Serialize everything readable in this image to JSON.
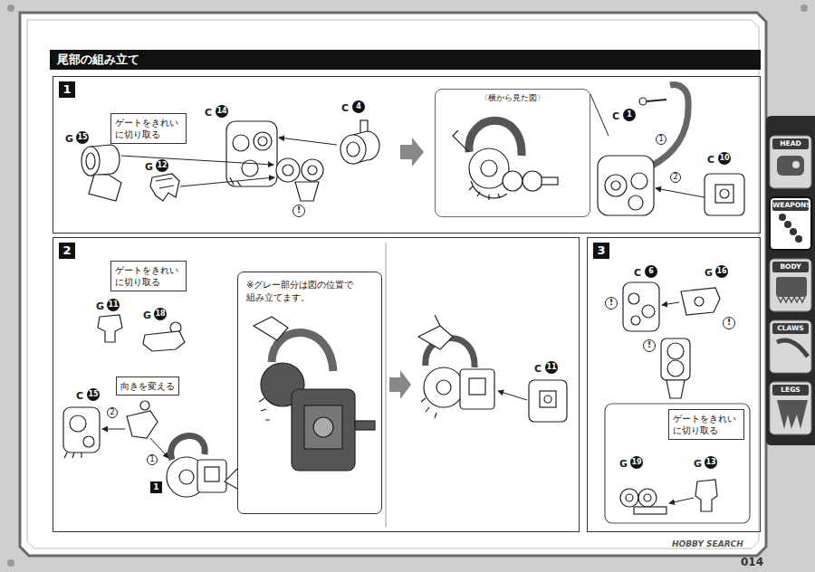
{
  "diagram": {
    "title": "尾部の組み立て",
    "nodes": [
      {
        "text": [
          "1"
        ]
      },
      {
        "text": [
          "ゲートをきれい に切り取る"
        ],
        "in": 0
      },
      {
        "text": [
          "〈横から見た図〉"
        ],
        "in": 0
      },
      {
        "text": [
          "2"
        ]
      },
      {
        "text": [
          "ゲートをきれい に切り取る"
        ],
        "in": 3
      },
      {
        "text": [
          "向きを変える"
        ],
        "in": 3
      },
      {
        "text": [
          "※グレー部分は図の位置で 組み立てます。"
        ],
        "in": 3
      },
      {
        "text": [
          "3"
        ]
      },
      {
        "text": [
          "ゲートをきれい に切り取る"
        ],
        "in": 7
      },
      {
        "text": [
          "HEAD"
        ]
      },
      {
        "text": [
          "WEAPONS"
        ]
      },
      {
        "text": [
          "BODY"
        ]
      },
      {
        "text": [
          "CLAWS"
        ]
      },
      {
        "text": [
          "LEGS"
        ]
      }
    ],
    "labels": [
      "G",
      "15",
      "G",
      "12",
      "C",
      "14",
      "C",
      "4",
      "!",
      "C",
      "1",
      "1",
      "2",
      "C",
      "10",
      "G",
      "11",
      "G",
      "18",
      "C",
      "15",
      "2",
      "1",
      "1",
      "C",
      "11",
      "C",
      "6",
      "G",
      "16",
      "!",
      "!",
      "!",
      "G",
      "19",
      "G",
      "13",
      "014",
      "HOBBY SEARCH"
    ]
  }
}
